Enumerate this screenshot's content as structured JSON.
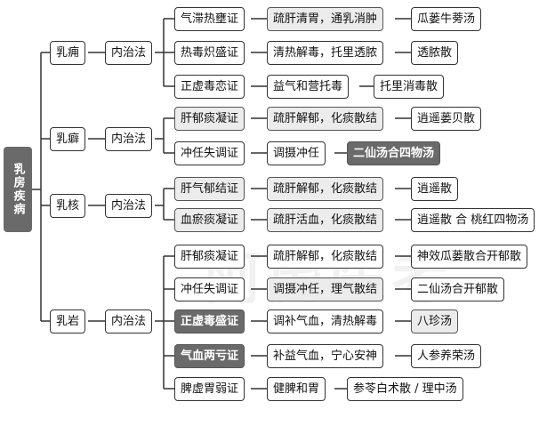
{
  "root": {
    "label": "乳房疾病"
  },
  "watermark": "阿虎医考",
  "diseases": [
    {
      "name": "乳痈",
      "method": "内治法"
    },
    {
      "name": "乳癖",
      "method": "内治法"
    },
    {
      "name": "乳核",
      "method": "内治法"
    },
    {
      "name": "乳岩",
      "method": "内治法"
    }
  ],
  "rows": [
    {
      "syndrome": "气滞热壅证",
      "treatment": "疏肝清胃，通乳消肿",
      "formula": "瓜蒌牛蒡汤"
    },
    {
      "syndrome": "热毒炽盛证",
      "treatment": "清热解毒，托里透脓",
      "formula": "透脓散"
    },
    {
      "syndrome": "正虚毒恋证",
      "treatment": "益气和营托毒",
      "formula": "托里消毒散"
    },
    {
      "syndrome": "肝郁痰凝证",
      "treatment": "疏肝解郁，化痰散结",
      "formula": "逍遥蒌贝散"
    },
    {
      "syndrome": "冲任失调证",
      "treatment": "调摄冲任",
      "formula": "二仙汤合四物汤"
    },
    {
      "syndrome": "肝气郁结证",
      "treatment": "疏肝解郁，化痰散结",
      "formula": "逍遥散"
    },
    {
      "syndrome": "血瘀痰凝证",
      "treatment": "疏肝活血，化痰散结",
      "formula": "逍遥散 合 桃红四物汤"
    },
    {
      "syndrome": "肝郁痰凝证",
      "treatment": "疏肝解郁，化痰散结",
      "formula": "神效瓜蒌散合开郁散"
    },
    {
      "syndrome": "冲任失调证",
      "treatment": "调摄冲任，理气散结",
      "formula": "二仙汤合开郁散"
    },
    {
      "syndrome": "正虚毒盛证",
      "treatment": "调补气血，清热解毒",
      "formula": "八珍汤"
    },
    {
      "syndrome": "气血两亏证",
      "treatment": "补益气血，宁心安神",
      "formula": "人参养荣汤"
    },
    {
      "syndrome": "脾虚胃弱证",
      "treatment": "健脾和胃",
      "formula": "参苓白术散 / 理中汤"
    }
  ]
}
